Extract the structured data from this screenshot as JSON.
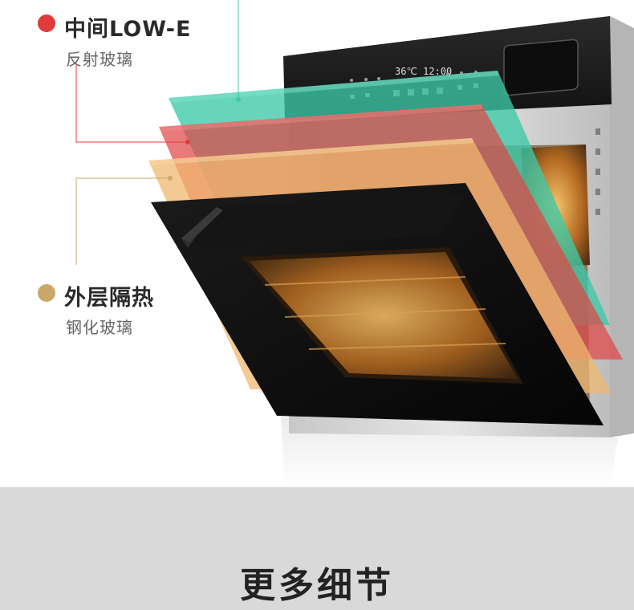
{
  "labels": {
    "middle": {
      "title": "中间LOW-E",
      "subtitle": "反射玻璃",
      "color": "#e03a3a"
    },
    "outer": {
      "title": "外层隔热",
      "subtitle": "钢化玻璃",
      "color": "#c9a86a"
    }
  },
  "glass_colors": {
    "teal": "#3cc9a8",
    "red": "#e04646",
    "amber": "#f0b870"
  },
  "control_panel": {
    "display": "36℃ 12:00"
  },
  "section": {
    "title": "更多细节"
  }
}
